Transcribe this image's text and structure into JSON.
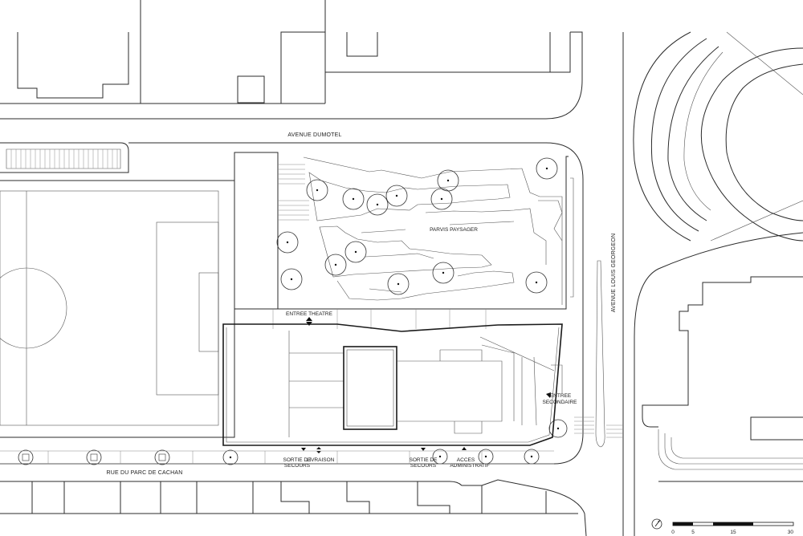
{
  "streets": {
    "north": "AVENUE DUMOTEL",
    "south": "RUE DU PARC DE CACHAN",
    "east": "AVENUE LOUIS GEORGEON"
  },
  "labels": {
    "parvis": "PARVIS PAYSAGER",
    "theatre_entry": "ENTREE THEATRE",
    "secondary_entry_1": "ENTREE",
    "secondary_entry_2": "SECONDAIRE",
    "exit_a_1": "SORTIE DE",
    "exit_a_2": "SECOURS",
    "delivery": "LIVRAISON",
    "exit_b_1": "SORTIE DE",
    "exit_b_2": "SECOURS",
    "admin_1": "ACCES",
    "admin_2": "ADMINISTRATIF"
  },
  "scale_bar": {
    "ticks": [
      "0",
      "5",
      "15",
      "30"
    ]
  },
  "icons": {
    "north_arrow": "north-arrow-icon",
    "entry_marker": "double-arrow-icon"
  }
}
